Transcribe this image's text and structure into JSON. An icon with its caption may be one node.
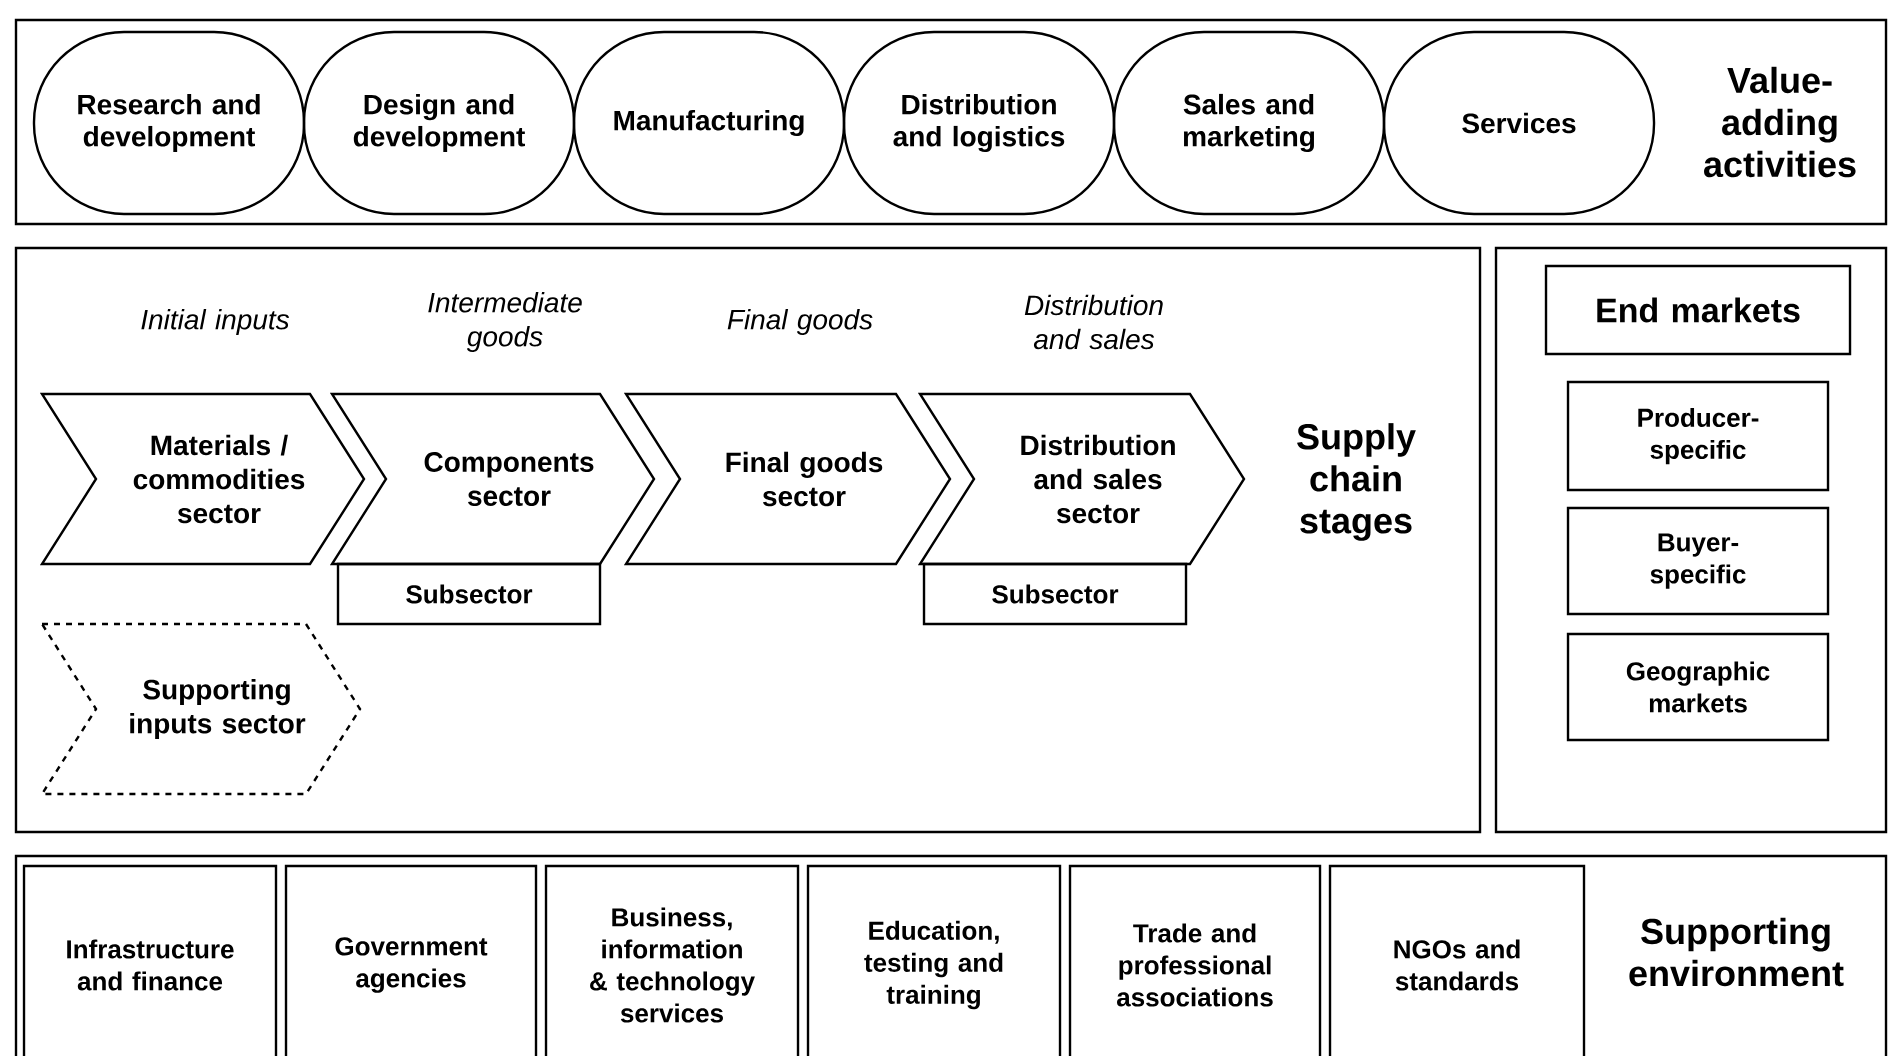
{
  "diagram": {
    "nodes": [
      {
        "text": [
          "Value-adding activities"
        ]
      },
      {
        "text": [
          "Research and development"
        ],
        "in": 0
      },
      {
        "text": [
          "Design and development"
        ],
        "in": 0
      },
      {
        "text": [
          "Manufacturing"
        ],
        "in": 0
      },
      {
        "text": [
          "Distribution and logistics"
        ],
        "in": 0
      },
      {
        "text": [
          "Sales and marketing"
        ],
        "in": 0
      },
      {
        "text": [
          "Services"
        ],
        "in": 0
      },
      {
        "text": [
          "Supply chain stages"
        ]
      },
      {
        "text": [
          "Materials / commodities sector"
        ],
        "beside": [
          "Initial inputs"
        ],
        "in": 7
      },
      {
        "text": [
          "Components sector"
        ],
        "beside": [
          "Intermediate goods"
        ],
        "in": 7
      },
      {
        "text": [
          "Subsector"
        ],
        "in": 7
      },
      {
        "text": [
          "Final goods sector"
        ],
        "beside": [
          "Final goods"
        ],
        "in": 7
      },
      {
        "text": [
          "Distribution and sales sector"
        ],
        "beside": [
          "Distribution and sales"
        ],
        "in": 7
      },
      {
        "text": [
          "Subsector"
        ],
        "in": 7
      },
      {
        "text": [
          "Supporting inputs sector"
        ],
        "in": 7
      },
      {
        "text": [],
        "shape": "box"
      },
      {
        "text": [
          "End markets"
        ],
        "in": 15
      },
      {
        "text": [
          "Producer-specific"
        ],
        "in": 15
      },
      {
        "text": [
          "Buyer-specific"
        ],
        "in": 15
      },
      {
        "text": [
          "Geographic markets"
        ],
        "in": 15
      },
      {
        "text": [
          "Supporting environment"
        ]
      },
      {
        "text": [
          "Infrastructure and finance"
        ],
        "in": 20
      },
      {
        "text": [
          "Government agencies"
        ],
        "in": 20
      },
      {
        "text": [
          "Business, information & technology services"
        ],
        "in": 20
      },
      {
        "text": [
          "Education, testing and training"
        ],
        "in": 20
      },
      {
        "text": [
          "Trade and professional associations"
        ],
        "in": 20
      },
      {
        "text": [
          "NGOs and standards"
        ],
        "in": 20
      }
    ],
    "edges": []
  }
}
